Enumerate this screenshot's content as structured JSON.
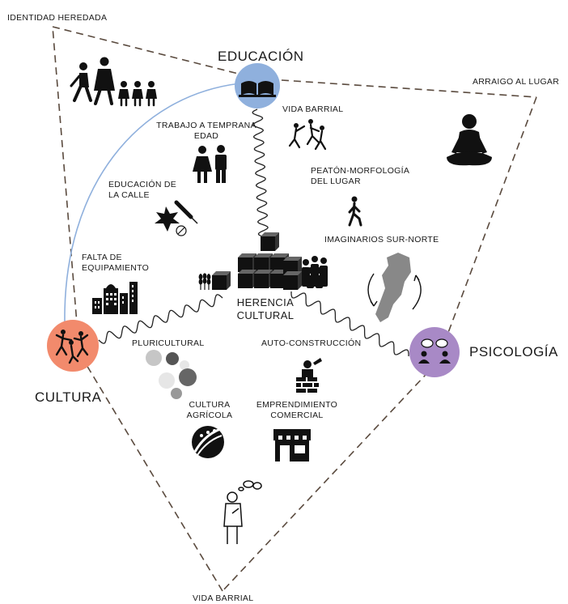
{
  "poles": {
    "educacion": {
      "label": "EDUCACIÓN",
      "color": "#8fb0dd"
    },
    "cultura": {
      "label": "CULTURA",
      "color": "#f28a6c"
    },
    "psicologia": {
      "label": "PSICOLOGÍA",
      "color": "#a889c6"
    }
  },
  "center": {
    "line1": "HERENCIA",
    "line2": "CULTURAL"
  },
  "corners": {
    "top_left": "IDENTIDAD HEREDADA",
    "top_right": "ARRAIGO AL LUGAR",
    "bottom": "VIDA BARRIAL"
  },
  "concepts": {
    "vida_barrial": "VIDA BARRIAL",
    "trabajo_1": "TRABAJO A TEMPRANA",
    "trabajo_2": "EDAD",
    "peaton_1": "PEATÓN-MORFOLOGÍA",
    "peaton_2": "DEL LUGAR",
    "educacion_calle_1": "EDUCACIÓN DE",
    "educacion_calle_2": "LA CALLE",
    "imaginarios": "IMAGINARIOS SUR-NORTE",
    "falta_1": "FALTA DE",
    "falta_2": "EQUIPAMIENTO",
    "pluricultural": "PLURICULTURAL",
    "auto_construccion": "AUTO-CONSTRUCCIÓN",
    "cultura_agricola_1": "CULTURA",
    "cultura_agricola_2": "AGRÍCOLA",
    "emprendimiento_1": "EMPRENDIMIENTO",
    "emprendimiento_2": "COMERCIAL"
  },
  "icons": [
    "family-icon",
    "open-book-icon",
    "dancing-people-icon",
    "meditation-icon",
    "couple-icon",
    "pedestrian-icon",
    "leaf-syringe-icon",
    "country-map-icon",
    "buildings-icon",
    "crowd-icon",
    "wheat-icon",
    "cubes-icon",
    "dancers-icon",
    "bubbles-icon",
    "bricklayer-icon",
    "conversation-icon",
    "agriculture-icon",
    "shop-icon",
    "thinking-person-icon"
  ]
}
